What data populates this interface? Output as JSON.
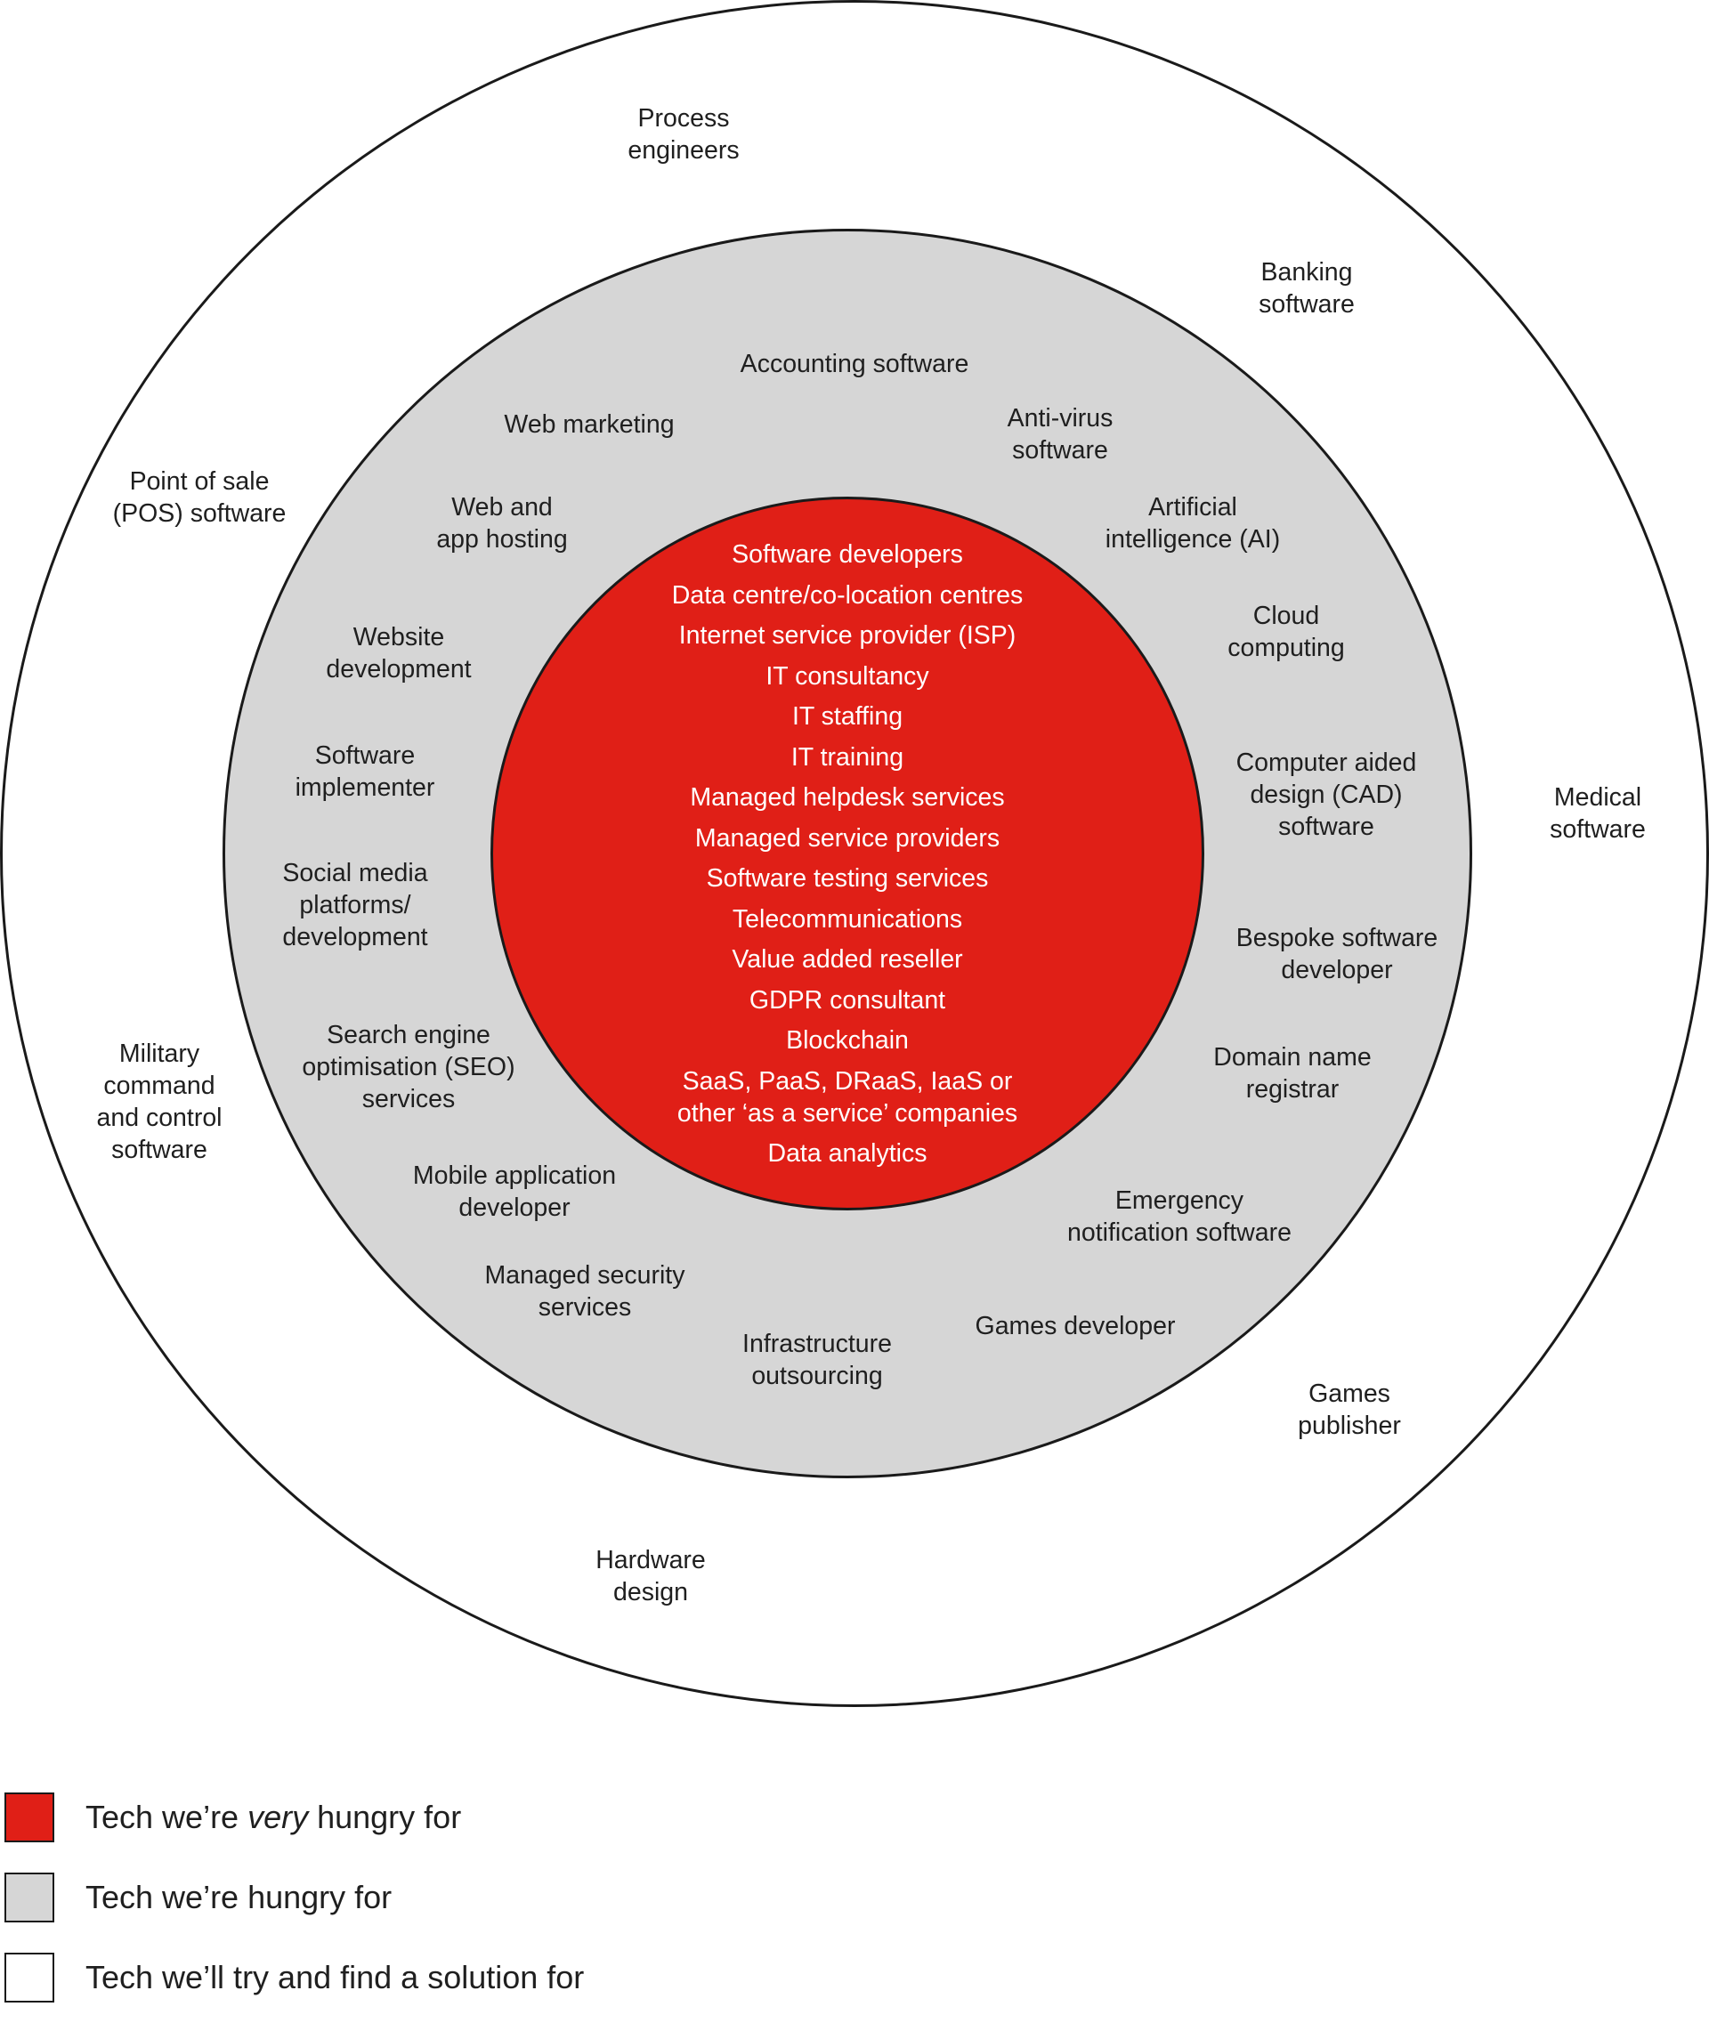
{
  "colors": {
    "core": "#e01f17",
    "middle": "#d6d6d6",
    "outer": "#ffffff"
  },
  "core_items": [
    "Software developers",
    "Data centre/co-location centres",
    "Internet service provider (ISP)",
    "IT consultancy",
    "IT staffing",
    "IT training",
    "Managed helpdesk services",
    "Managed service providers",
    "Software testing services",
    "Telecommunications",
    "Value added reseller",
    "GDPR consultant",
    "Blockchain",
    "SaaS, PaaS, DRaaS, IaaS or\nother ‘as a service’ companies",
    "Data analytics"
  ],
  "middle_items": [
    "Accounting software",
    "Web marketing",
    "Anti-virus\nsoftware",
    "Web and\napp hosting",
    "Artificial\nintelligence (AI)",
    "Website\ndevelopment",
    "Cloud\ncomputing",
    "Software\nimplementer",
    "Computer aided\ndesign (CAD)\nsoftware",
    "Social media\nplatforms/\ndevelopment",
    "Bespoke software\ndeveloper",
    "Search engine\noptimisation (SEO)\nservices",
    "Domain name\nregistrar",
    "Mobile application\ndeveloper",
    "Emergency\nnotification software",
    "Managed security\nservices",
    "Infrastructure\noutsourcing",
    "Games developer"
  ],
  "outer_items": [
    "Process\nengineers",
    "Banking\nsoftware",
    "Point of sale\n(POS) software",
    "Medical\nsoftware",
    "Military\ncommand\nand control\nsoftware",
    "Games\npublisher",
    "Hardware\ndesign"
  ],
  "legend": [
    {
      "prefix": "Tech we’re ",
      "emphasis": "very",
      "suffix": " hungry for"
    },
    {
      "prefix": "Tech we’re hungry for",
      "emphasis": "",
      "suffix": ""
    },
    {
      "prefix": "Tech we’ll try and find a solution for",
      "emphasis": "",
      "suffix": ""
    }
  ]
}
